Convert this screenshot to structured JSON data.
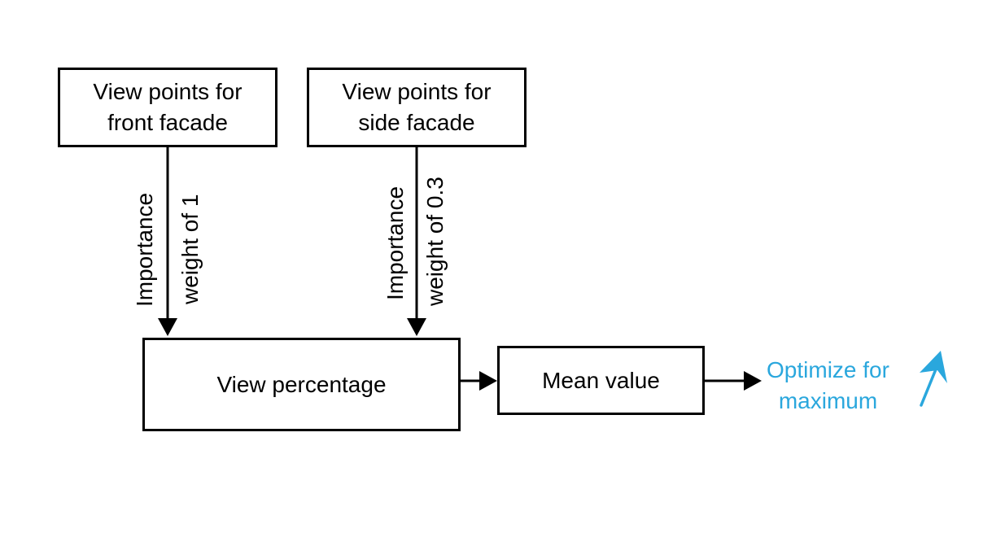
{
  "boxes": {
    "front": {
      "line1": "View points for",
      "line2": "front facade"
    },
    "side": {
      "line1": "View points for",
      "line2": "side facade"
    },
    "view_percentage": "View percentage",
    "mean_value": "Mean value"
  },
  "edges": {
    "front": {
      "line1": "Importance",
      "line2": "weight of 1"
    },
    "side": {
      "line1": "Importance",
      "line2": "weight of 0.3"
    }
  },
  "goal": {
    "line1": "Optimize for",
    "line2": "maximum"
  },
  "colors": {
    "stroke": "#000000",
    "accent": "#2aa7dd"
  },
  "icons": {
    "goal_arrow": "arrow-up-right-icon"
  }
}
